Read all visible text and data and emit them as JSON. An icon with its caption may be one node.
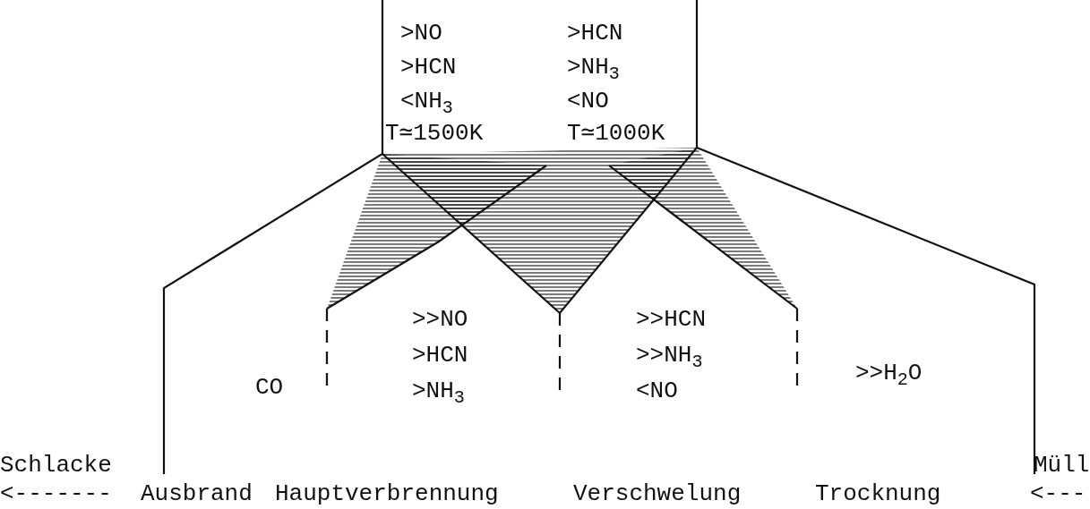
{
  "diagram": {
    "labels": [
      ">NO",
      ">HCN",
      "<NH$_{3}$",
      "T≃1500K",
      ">HCN",
      ">NH$_{3}$",
      "<NO",
      "T≃1000K",
      "CO",
      ">>NO",
      ">HCN",
      ">NH$_{3}$",
      ">>HCN",
      ">>NH$_{3}$",
      "<NO",
      ">>H$_{2}$O",
      "Schlacke",
      "Müll",
      "<-------",
      "Ausbrand",
      "Hauptverbrennung",
      "Verschwelung",
      "Trocknung",
      "<---"
    ]
  }
}
